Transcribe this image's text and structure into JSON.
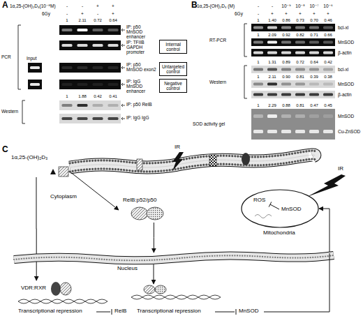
{
  "diagram": {
    "nodes": [
      {
        "text": [
          "Internal control"
        ]
      },
      {
        "text": [
          "Untargeted control"
        ]
      },
      {
        "text": [
          "Negative control"
        ]
      },
      {
        "text": [
          "1α,25-(OH)₂D₃"
        ]
      },
      {
        "text": [
          "RelB:p52/p50"
        ]
      },
      {
        "text": [
          "ROS",
          "MnSOD",
          "Mitochondria"
        ]
      },
      {
        "text": [
          "Nucleus",
          "Transcriptional repression",
          "RelB",
          "Transcriptional repression",
          "MnSOD"
        ]
      },
      {
        "text": [
          "VDR:RXR"
        ],
        "in": 6
      }
    ],
    "edges": [
      {
        "from": 3,
        "to": 7,
        "arrow": "to"
      },
      {
        "from": 3,
        "to": 4,
        "arrow": "to"
      },
      {
        "from": 4,
        "to": 6,
        "arrow": "to"
      },
      {
        "from": 6,
        "to": 5,
        "arrow": "to"
      }
    ],
    "labels": [
      "A",
      "1α,25-(OH)₂D₃(10⁻⁸M)",
      "-",
      "-",
      "+",
      "+",
      "6Gy",
      "-",
      "+",
      "-",
      "+",
      "1",
      "2.11",
      "0.72",
      "0.64",
      "IP: p50 MnSOD enhancer",
      "IP: TFIIB GAPDH promoter",
      "PCR",
      "Input",
      "IP: p50 MnSOD exon2",
      "IP: IgG MnSOD enhancer",
      "1",
      "1.88",
      "0.42",
      "0.41",
      "IP: p50 RelB",
      "IP: IgG IgG",
      "Western",
      "B",
      "1α,25-(OH)₂D₃ (M)",
      "-",
      "-",
      "10⁻⁹",
      "10⁻⁸",
      "10⁻⁷",
      "10⁻⁶",
      "6Gy",
      "-",
      "+",
      "+",
      "+",
      "+",
      "+",
      "1",
      "1.40",
      "0.86",
      "0.73",
      "0.70",
      "0.46",
      "bcl-xl",
      "1",
      "2.09",
      "0.92",
      "0.82",
      "0.71",
      "0.66",
      "MnSOD",
      "β-actin",
      "RT-PCR",
      "1",
      "1.31",
      "0.89",
      "0.72",
      "0.64",
      "0.42",
      "bcl-xl",
      "1",
      "2.11",
      "0.90",
      "0.81",
      "0.39",
      "0.38",
      "MnSOD",
      "β-actin",
      "Western",
      "1",
      "2.29",
      "0.88",
      "0.81",
      "0.47",
      "0.45",
      "MnSOD",
      "Cu-ZnSOD",
      "SOD activity gel",
      "C",
      "IR",
      "IR",
      "Cytoplasm"
    ]
  }
}
